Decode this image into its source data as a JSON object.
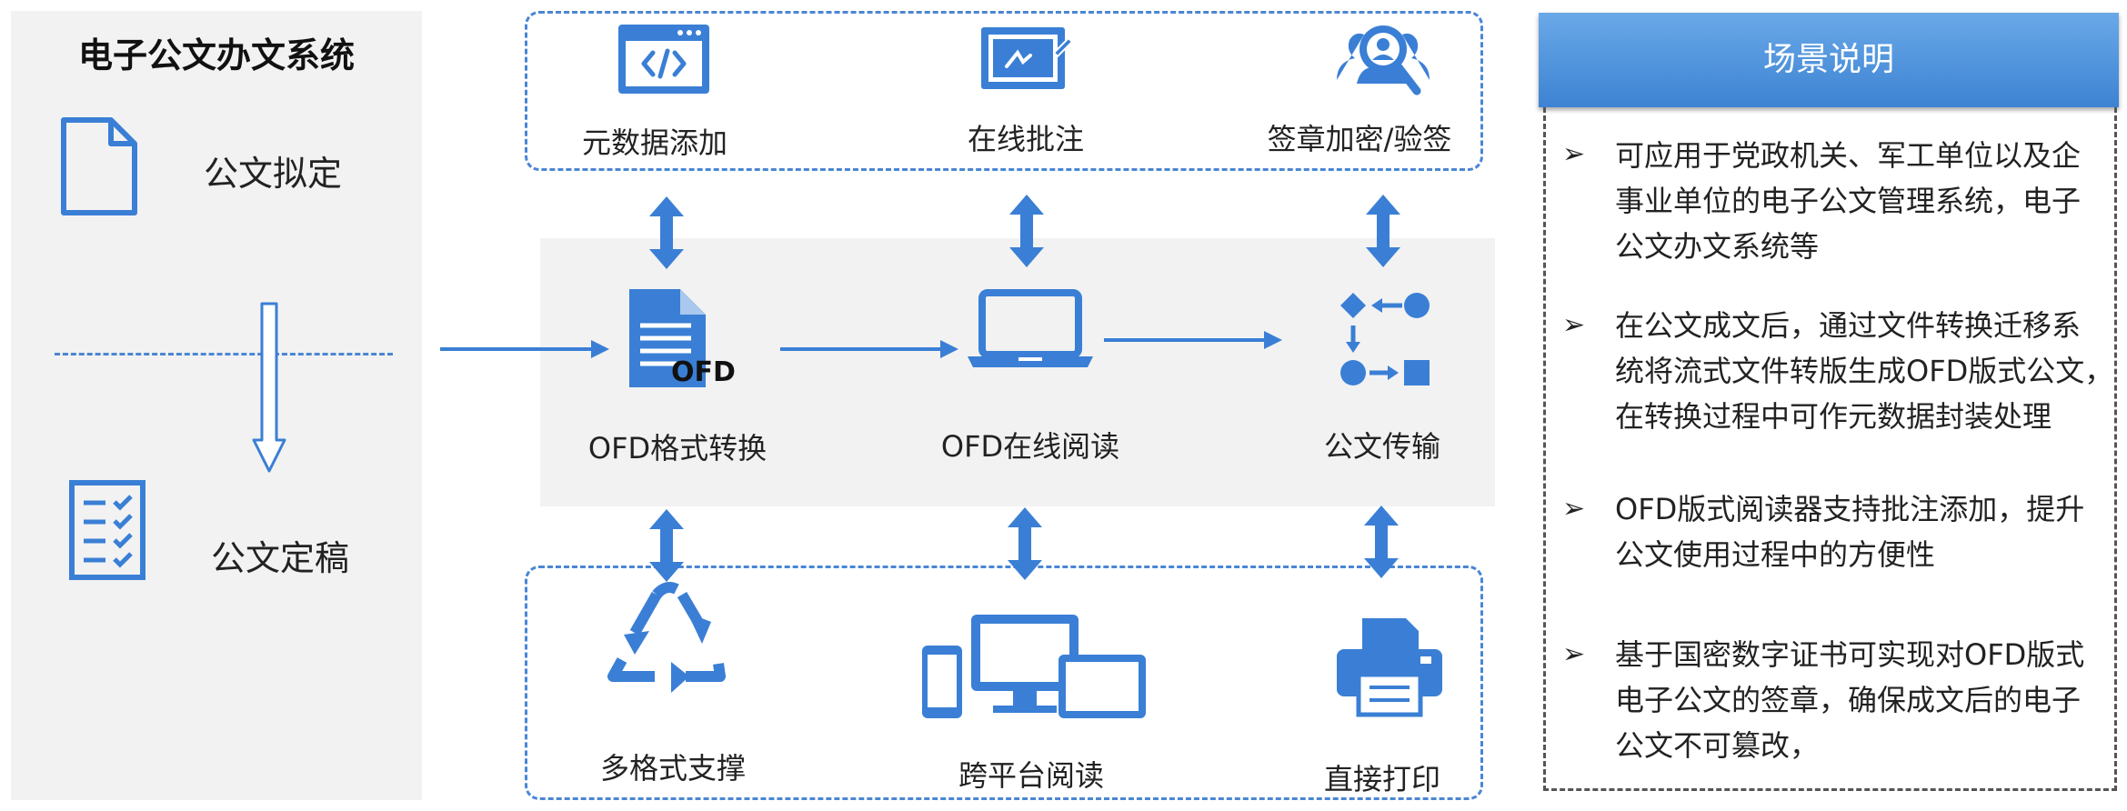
{
  "left": {
    "title": "电子公文办文系统",
    "items": [
      {
        "label": "公文拟定",
        "icon": "document-icon"
      },
      {
        "label": "公文定稿",
        "icon": "checklist-icon"
      }
    ]
  },
  "top_row": [
    {
      "label": "元数据添加",
      "icon": "code-window-icon"
    },
    {
      "label": "在线批注",
      "icon": "annotate-icon"
    },
    {
      "label": "签章加密/验签",
      "icon": "user-search-icon"
    }
  ],
  "middle_row": [
    {
      "label": "OFD格式转换",
      "icon": "ofd-document-icon",
      "badge": "OFD"
    },
    {
      "label": "OFD在线阅读",
      "icon": "laptop-icon"
    },
    {
      "label": "公文传输",
      "icon": "workflow-icon"
    }
  ],
  "bottom_row": [
    {
      "label": "多格式支撑",
      "icon": "recycle-icon"
    },
    {
      "label": "跨平台阅读",
      "icon": "devices-icon"
    },
    {
      "label": "直接打印",
      "icon": "printer-icon"
    }
  ],
  "right": {
    "header": "场景说明",
    "bullets": [
      {
        "lines": [
          "可应用于党政机关、军工单位以及企",
          "事业单位的电子公文管理系统，电子",
          "公文办文系统等"
        ]
      },
      {
        "lines": [
          "在公文成文后，通过文件转换迁移系",
          "统将流式文件转版生成OFD版式公文，",
          "在转换过程中可作元数据封装处理"
        ]
      },
      {
        "lines": [
          "OFD版式阅读器支持批注添加，提升",
          "公文使用过程中的方便性"
        ]
      },
      {
        "lines": [
          "基于国密数字证书可实现对OFD版式",
          "电子公文的签章，确保成文后的电子",
          "公文不可篡改，"
        ]
      }
    ],
    "bullet_marker": "➢"
  },
  "colors": {
    "accent": "#3a7fd5",
    "panel": "#f2f2f2"
  }
}
